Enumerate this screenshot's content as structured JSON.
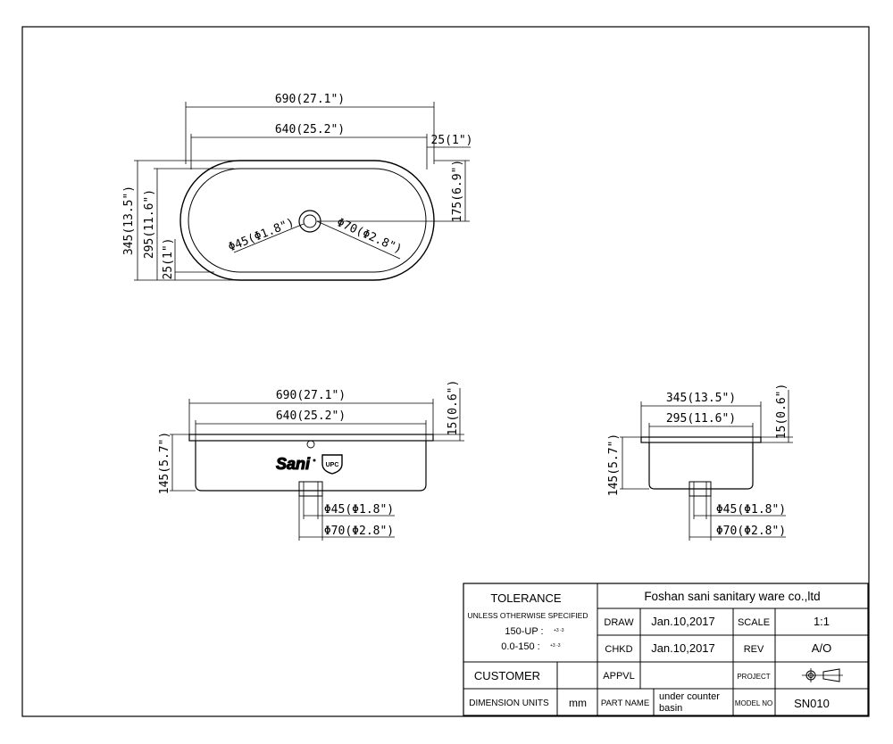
{
  "dimensions": {
    "top_outer_width": "690(27.1\")",
    "top_inner_width": "640(25.2\")",
    "top_rim_right": "25(1\")",
    "top_half_depth": "175(6.9\")",
    "top_outer_depth": "345(13.5\")",
    "top_inner_depth": "295(11.6\")",
    "top_rim_left": "25(1\")",
    "top_drain_small": "Φ45(Φ1.8\")",
    "top_drain_large": "Φ70(Φ2.8\")",
    "front_outer_width": "690(27.1\")",
    "front_inner_width": "640(25.2\")",
    "front_rim": "15(0.6\")",
    "front_height": "145(5.7\")",
    "front_drain_small": "Φ45(Φ1.8\")",
    "front_drain_large": "Φ70(Φ2.8\")",
    "side_outer_width": "345(13.5\")",
    "side_inner_width": "295(11.6\")",
    "side_rim": "15(0.6\")",
    "side_height": "145(5.7\")",
    "side_drain_small": "Φ45(Φ1.8\")",
    "side_drain_large": "Φ70(Φ2.8\")"
  },
  "logo": {
    "brand": "Sani",
    "mark": "UPC"
  },
  "title_block": {
    "tolerance_label": "TOLERANCE",
    "unless_note": "UNLESS OTHERWISE SPECIFIED",
    "tol_1": "150-UP :",
    "tol_1_val": "+3 -3",
    "tol_2": "0.0-150 :",
    "tol_2_val": "+3 -3",
    "company": "Foshan sani sanitary ware co.,ltd",
    "draw_label": "DRAW",
    "draw_date": "Jan.10,2017",
    "scale_label": "SCALE",
    "scale_value": "1:1",
    "chkd_label": "CHKD",
    "chkd_date": "Jan.10,2017",
    "rev_label": "REV",
    "rev_value": "A/O",
    "customer_label": "CUSTOMER",
    "appvl_label": "APPVL",
    "project_label": "PROJECT",
    "dimension_units_label": "DIMENSION UNITS",
    "dimension_units_value": "mm",
    "part_name_label": "PART NAME",
    "part_name_value_1": "under counter",
    "part_name_value_2": "basin",
    "model_no_label": "MODEL NO",
    "model_no_value": "SN010"
  }
}
